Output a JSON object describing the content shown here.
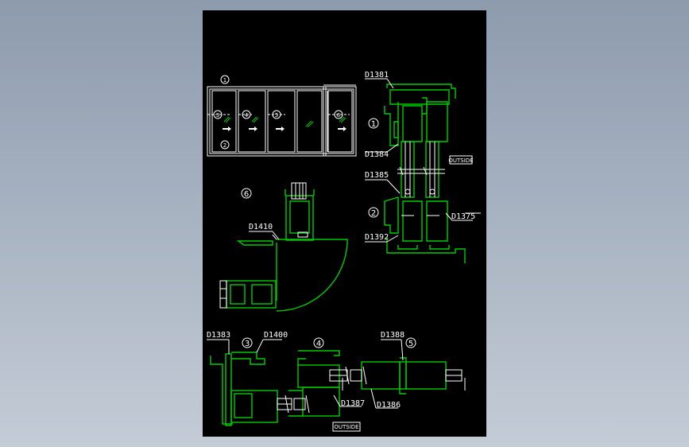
{
  "drawing": {
    "colors": {
      "background": "#000000",
      "profile": "#00cc00",
      "line": "#ffffff",
      "frame": "#cfcfcf"
    },
    "elevation": {
      "callouts": [
        "1",
        "2",
        "3",
        "4",
        "5",
        "6"
      ]
    },
    "part_labels": {
      "d1381": "D1381",
      "d1384": "D1384",
      "d1385": "D1385",
      "d1375": "D1375",
      "d1392": "D1392",
      "d1410": "D1410",
      "d1383": "D1383",
      "d1400": "D1400",
      "d1388": "D1388",
      "d1387": "D1387",
      "d1386": "D1386"
    },
    "section_callouts": {
      "s1": "1",
      "s2": "2",
      "s3": "3",
      "s4": "4",
      "s5": "5",
      "s6": "6"
    },
    "outside_tags": [
      "OUTSIDE",
      "OUTSIDE"
    ]
  }
}
